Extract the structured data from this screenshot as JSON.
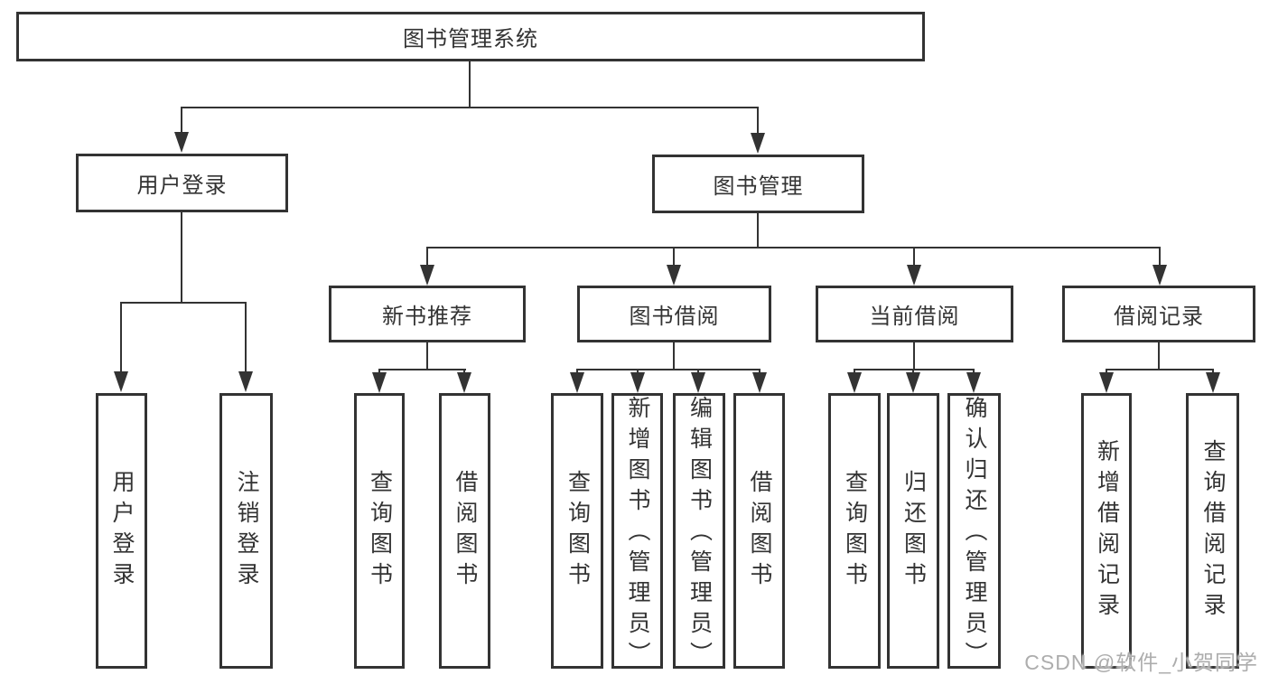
{
  "root": {
    "label": "图书管理系统"
  },
  "branches": [
    {
      "label": "用户登录",
      "children": [
        {
          "label": "用户登录"
        },
        {
          "label": "注销登录"
        }
      ]
    },
    {
      "label": "图书管理",
      "children": [
        {
          "label": "新书推荐",
          "children": [
            {
              "label": "查询图书"
            },
            {
              "label": "借阅图书"
            }
          ]
        },
        {
          "label": "图书借阅",
          "children": [
            {
              "label": "查询图书"
            },
            {
              "label": "新增图书（管理员）"
            },
            {
              "label": "编辑图书（管理员）"
            },
            {
              "label": "借阅图书"
            }
          ]
        },
        {
          "label": "当前借阅",
          "children": [
            {
              "label": "查询图书"
            },
            {
              "label": "归还图书"
            },
            {
              "label": "确认归还（管理员）"
            }
          ]
        },
        {
          "label": "借阅记录",
          "children": [
            {
              "label": "新增借阅记录"
            },
            {
              "label": "查询借阅记录"
            }
          ]
        }
      ]
    }
  ],
  "watermark": "CSDN @软件_小贺同学",
  "colors": {
    "line": "#333333",
    "text": "#333333",
    "watermark": "#adadad"
  }
}
